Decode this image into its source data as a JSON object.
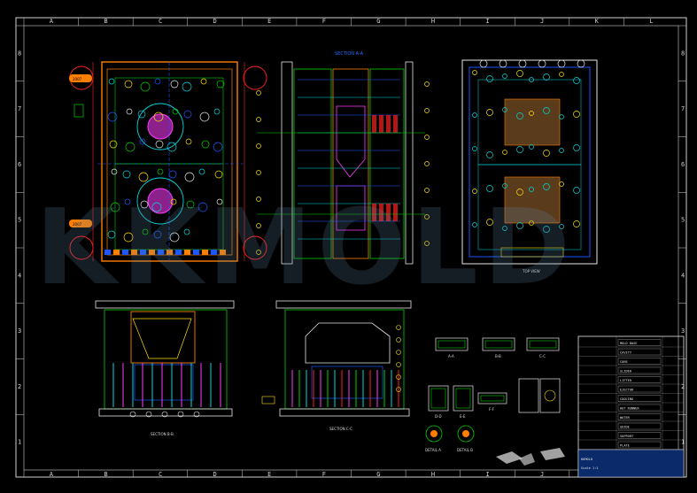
{
  "sheet": {
    "bg": "#000000",
    "frame_color": "#d0d0d0",
    "watermark": "KKMOLD"
  },
  "grid": {
    "columns": [
      "A",
      "B",
      "C",
      "D",
      "E",
      "F",
      "G",
      "H",
      "I",
      "J",
      "K",
      "L"
    ],
    "rows": [
      "8",
      "7",
      "6",
      "5",
      "4",
      "3",
      "2",
      "1"
    ]
  },
  "views": {
    "top_left_badge_1": "2007",
    "top_left_badge_2": "2007",
    "section_label": "SECTION A-A",
    "detail_caption_1": "DETAIL A",
    "detail_caption_2": "DETAIL B",
    "front_caption": "SECTION B-B",
    "side_caption": "SECTION C-C",
    "plan_caption": "TOP VIEW",
    "small_captions": [
      "A-A",
      "B-B",
      "C-C",
      "D-D",
      "E-E",
      "F-F"
    ]
  },
  "title_block": {
    "company": "KKMOLD",
    "rows": [
      "MOLD BASE",
      "CAVITY",
      "CORE",
      "SLIDER",
      "LIFTER",
      "EJECTOR",
      "COOLING",
      "HOT RUNNER",
      "WATER",
      "GUIDE",
      "SUPPORT",
      "PLATE"
    ],
    "footer": "Scale 1:1"
  },
  "colors": {
    "orange": "#ff7f00",
    "green": "#00d000",
    "blue": "#1e56ff",
    "cyan": "#00d8e0",
    "magenta": "#ff3cff",
    "yellow": "#ffe000",
    "red": "#ff2020",
    "white": "#e6e6e6"
  }
}
